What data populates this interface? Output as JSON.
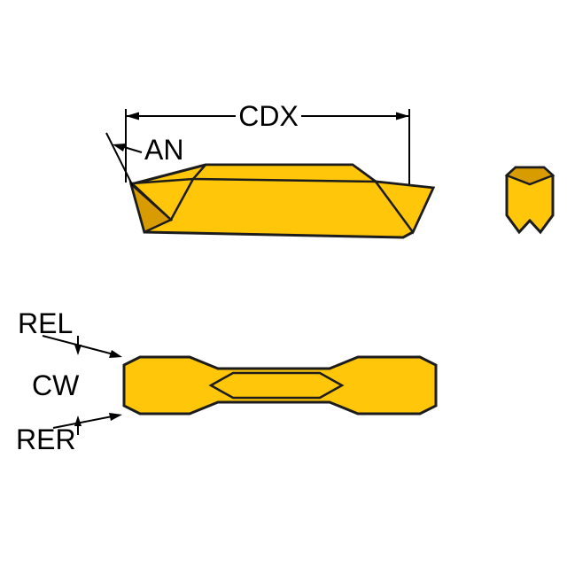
{
  "figure": {
    "labels": {
      "cdx": "CDX",
      "an": "AN",
      "rel": "REL",
      "cw": "CW",
      "rer": "RER"
    },
    "colors": {
      "insert_yellow": "#FFC60A",
      "insert_shade": "#D99C00",
      "outline_dark": "#1C1C1C",
      "dimension_black": "#000000",
      "background": "#FFFFFF"
    }
  }
}
